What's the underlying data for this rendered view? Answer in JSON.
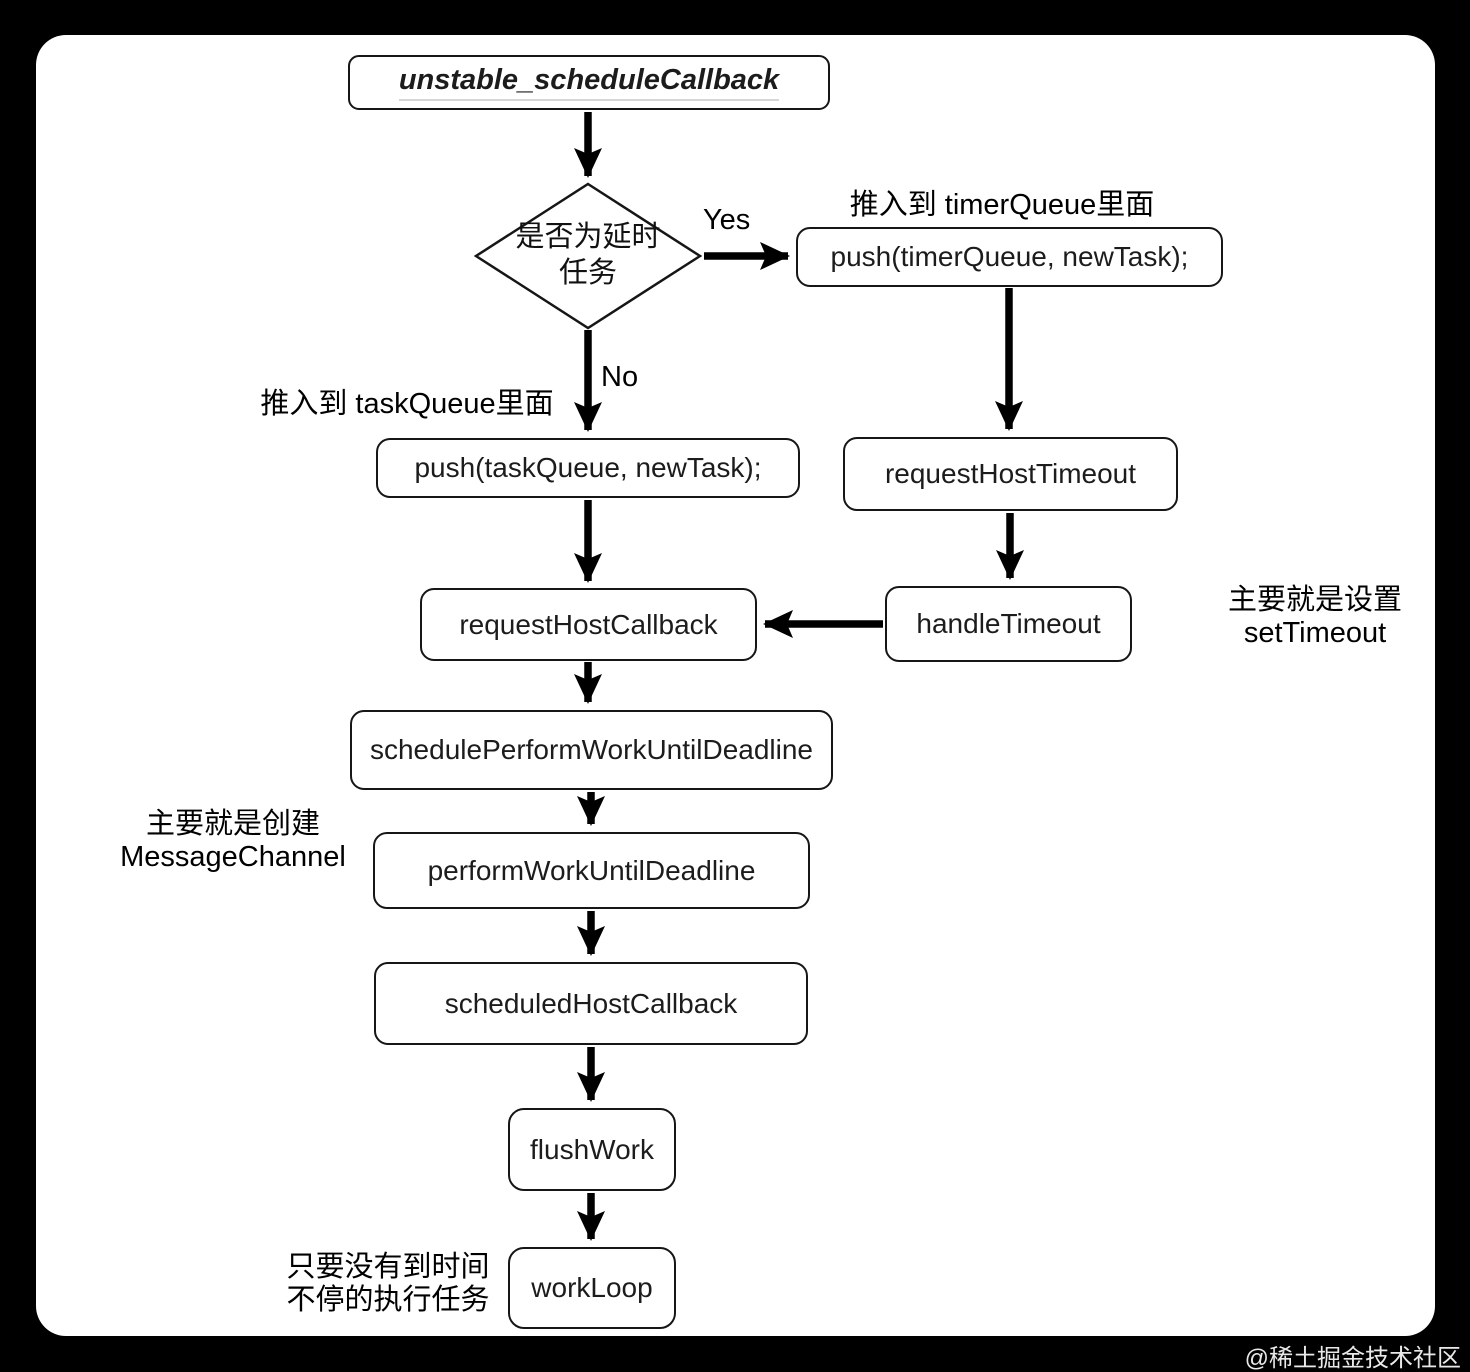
{
  "colors": {
    "page_background": "#000000",
    "canvas_background": "#ffffff",
    "line_color": "#000000",
    "text_color": "#1c1c1c",
    "watermark_color": "#e9e9e9"
  },
  "title": {
    "label": "unstable_scheduleCallback"
  },
  "decision": {
    "line1": "是否为延时",
    "line2": "任务"
  },
  "branch_labels": {
    "yes": "Yes",
    "no": "No"
  },
  "notes": {
    "timer_queue": "推入到 timerQueue里面",
    "task_queue": "推入到 taskQueue里面",
    "set_timeout": {
      "line1": "主要就是设置",
      "line2": "setTimeout"
    },
    "message_channel": {
      "line1": "主要就是创建",
      "line2": "MessageChannel"
    },
    "work_loop": {
      "line1": "只要没有到时间",
      "line2": "不停的执行任务"
    }
  },
  "nodes": {
    "push_timer_queue": "push(timerQueue, newTask);",
    "request_host_timeout": "requestHostTimeout",
    "handle_timeout": "handleTimeout",
    "push_task_queue": "push(taskQueue, newTask);",
    "request_host_callback": "requestHostCallback",
    "schedule_perform_work_until_deadline": "schedulePerformWorkUntilDeadline",
    "perform_work_until_deadline": "performWorkUntilDeadline",
    "scheduled_host_callback": "scheduledHostCallback",
    "flush_work": "flushWork",
    "work_loop": "workLoop"
  },
  "watermark": "@稀土掘金技术社区"
}
